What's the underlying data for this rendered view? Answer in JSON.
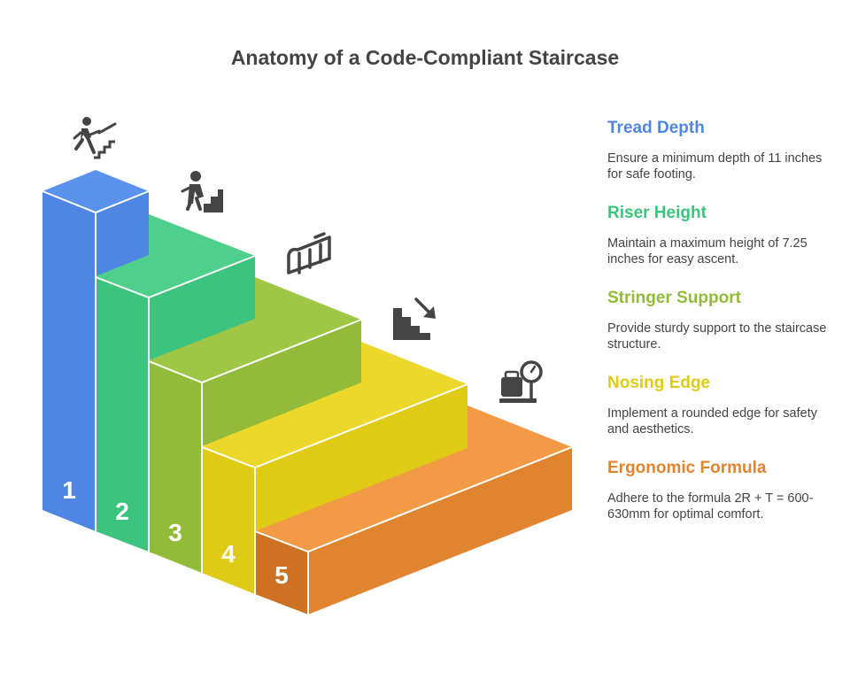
{
  "title": "Anatomy of a Code-Compliant Staircase",
  "steps": [
    {
      "number": "1",
      "title": "Tread Depth",
      "description": "Ensure a minimum depth of 11 inches for safe footing.",
      "color": "#4f86e4",
      "icon": "person-climbing-stairs-icon"
    },
    {
      "number": "2",
      "title": "Riser Height",
      "description": "Maintain a maximum height of 7.25 inches for easy ascent.",
      "color": "#3cc47e",
      "icon": "person-on-steps-icon"
    },
    {
      "number": "3",
      "title": "Stringer Support",
      "description": "Provide sturdy support to the staircase structure.",
      "color": "#93bb3a",
      "icon": "stair-railing-icon"
    },
    {
      "number": "4",
      "title": "Nosing Edge",
      "description": "Implement a rounded edge for safety and aesthetics.",
      "color": "#dfcb16",
      "icon": "stairs-down-arrow-icon"
    },
    {
      "number": "5",
      "title": "Ergonomic Formula",
      "description": "Adhere to the formula 2R + T = 600-630mm for optimal comfort.",
      "color": "#e0842f",
      "icon": "scale-weight-icon"
    }
  ]
}
